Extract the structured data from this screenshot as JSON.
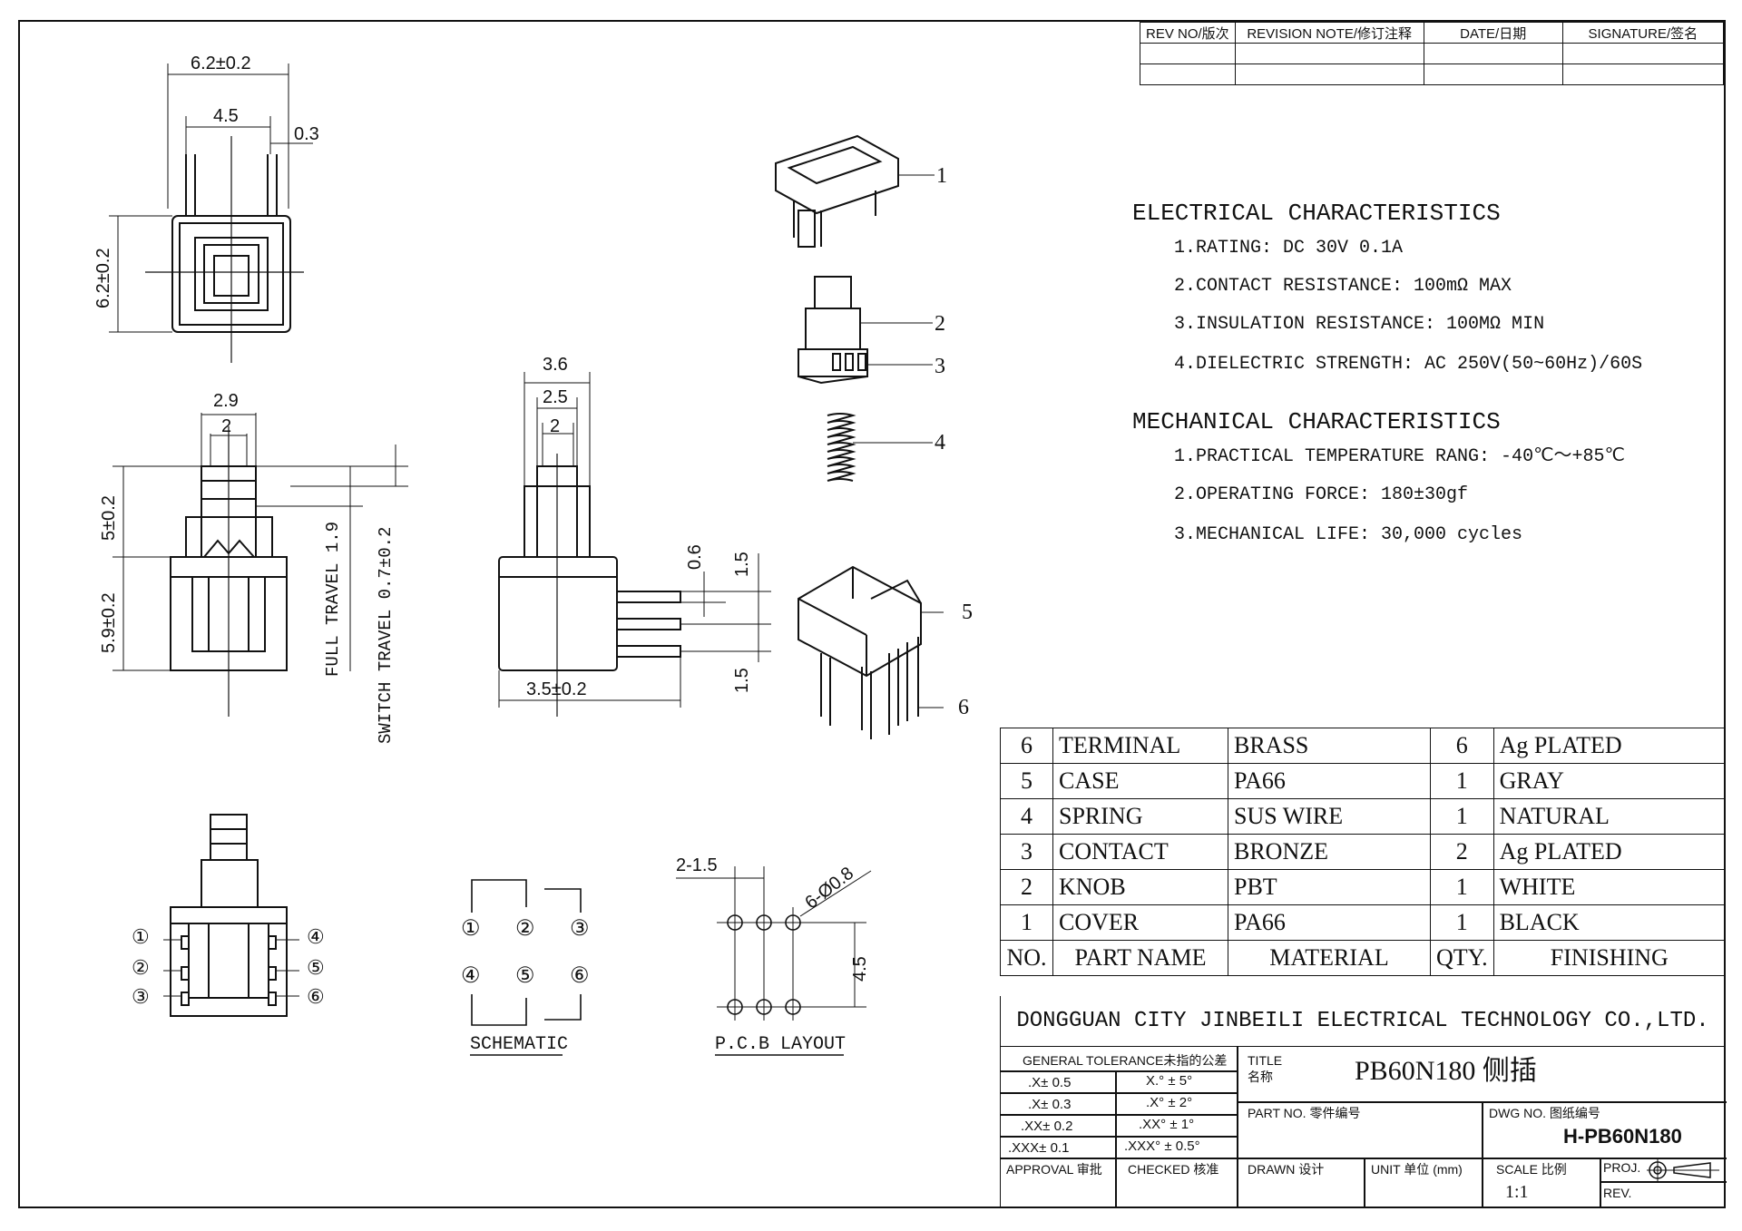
{
  "revision_table": {
    "headers": [
      "REV NO/版次",
      "REVISION NOTE/修订注释",
      "DATE/日期",
      "SIGNATURE/签名"
    ]
  },
  "electrical": {
    "title": "ELECTRICAL CHARACTERISTICS",
    "items": [
      "1.RATING: DC 30V 0.1A",
      "2.CONTACT RESISTANCE: 100mΩ MAX",
      "3.INSULATION RESISTANCE: 100MΩ MIN",
      "4.DIELECTRIC STRENGTH: AC 250V(50~60Hz)/60S"
    ]
  },
  "mechanical": {
    "title": "MECHANICAL CHARACTERISTICS",
    "items": [
      "1.PRACTICAL TEMPERATURE RANG: -40℃～+85℃",
      "2.OPERATING FORCE: 180±30gf",
      "3.MECHANICAL LIFE: 30,000 cycles"
    ]
  },
  "bom": {
    "rows": [
      {
        "no": "6",
        "name": "TERMINAL",
        "material": "BRASS",
        "qty": "6",
        "finish": "Ag PLATED"
      },
      {
        "no": "5",
        "name": "CASE",
        "material": "PA66",
        "qty": "1",
        "finish": "GRAY"
      },
      {
        "no": "4",
        "name": "SPRING",
        "material": "SUS WIRE",
        "qty": "1",
        "finish": "NATURAL"
      },
      {
        "no": "3",
        "name": "CONTACT",
        "material": "BRONZE",
        "qty": "2",
        "finish": "Ag PLATED"
      },
      {
        "no": "2",
        "name": "KNOB",
        "material": "PBT",
        "qty": "1",
        "finish": "WHITE"
      },
      {
        "no": "1",
        "name": "COVER",
        "material": "PA66",
        "qty": "1",
        "finish": "BLACK"
      }
    ],
    "header": {
      "no": "NO.",
      "name": "PART NAME",
      "material": "MATERIAL",
      "qty": "QTY.",
      "finish": "FINISHING"
    }
  },
  "company": "DONGGUAN CITY JINBEILI ELECTRICAL TECHNOLOGY CO.,LTD.",
  "title_block": {
    "tolerance_header": "GENERAL TOLERANCE未指的公差",
    "tolerances": [
      [
        ".X± 0.5",
        "X.° ± 5°"
      ],
      [
        ".X± 0.3",
        ".X° ± 2°"
      ],
      [
        ".XX± 0.2",
        ".XX° ± 1°"
      ],
      [
        ".XXX± 0.1",
        ".XXX° ± 0.5°"
      ]
    ],
    "title_label": "TITLE",
    "title_label_cn": "名称",
    "title_value": "PB60N180  侧插",
    "part_no_label": "PART NO. 零件编号",
    "dwg_no_label": "DWG NO. 图纸编号",
    "dwg_no_value": "H-PB60N180",
    "approval": "APPROVAL 审批",
    "checked": "CHECKED 核准",
    "drawn": "DRAWN 设计",
    "unit": "UNIT 单位 (mm)",
    "scale_label": "SCALE 比例",
    "scale_value": "1:1",
    "proj": "PROJ.",
    "rev": "REV."
  },
  "dims": {
    "top_w": "6.2±0.2",
    "top_inner": "4.5",
    "top_pin": "0.3",
    "top_h": "6.2±0.2",
    "side_w": "2.9",
    "side_w2": "2",
    "side_h1": "5±0.2",
    "side_h2": "5.9±0.2",
    "full_travel": "FULL TRAVEL 1.9",
    "switch_travel": "SWITCH TRAVEL 0.7±0.2",
    "front_w1": "3.6",
    "front_w2": "2.5",
    "front_w3": "2",
    "pin_t": "0.6",
    "pin_p1": "1.5",
    "pin_p2": "1.5",
    "pin_off": "3.5±0.2",
    "pcb_pitch": "2-1.5",
    "pcb_hole": "6-Ø0.8",
    "pcb_h": "4.5"
  },
  "parts": [
    "1",
    "2",
    "3",
    "4",
    "5",
    "6"
  ],
  "pins": [
    "①",
    "②",
    "③",
    "④",
    "⑤",
    "⑥"
  ],
  "schematic_label": "SCHEMATIC",
  "pcb_label": "P.C.B LAYOUT"
}
